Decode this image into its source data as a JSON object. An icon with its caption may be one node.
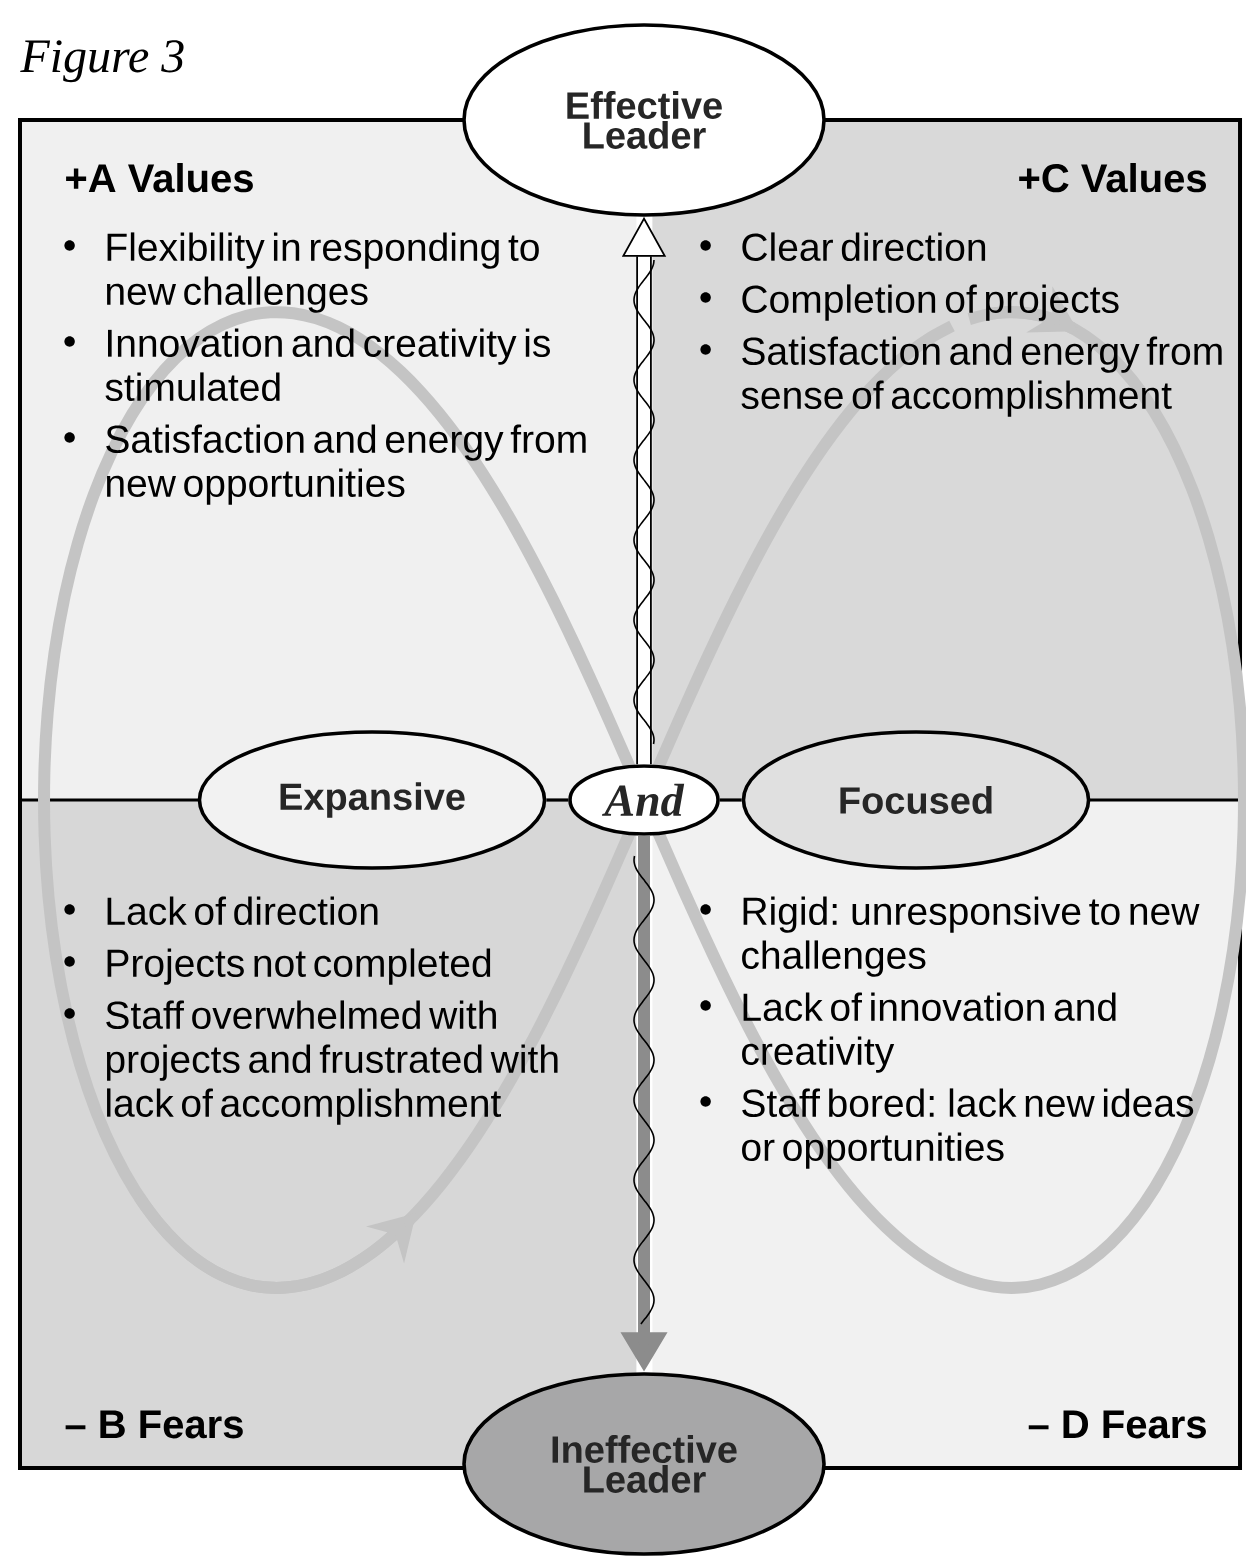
{
  "diagram": {
    "title": "Figure 3",
    "nodes": [
      {
        "text": [
          "Effective Leader"
        ]
      },
      {
        "text": [
          "Expansive"
        ]
      },
      {
        "text": [
          "And"
        ]
      },
      {
        "text": [
          "Focused"
        ]
      },
      {
        "text": [
          "Ineffective Leader"
        ]
      },
      {
        "text": [
          "+A Values",
          "Flexibility in responding to new challenges",
          "Innovation and creativity is stimulated",
          "Satisfaction and energy from new opportunities"
        ]
      },
      {
        "text": [
          "+C Values",
          "Clear direction",
          "Completion of projects",
          "Satisfaction and energy from sense of accomplishment"
        ]
      },
      {
        "text": [
          "Lack of direction",
          "Projects not completed",
          "Staff overwhelmed with projects and frustrated with lack of accomplishment",
          "– B Fears"
        ]
      },
      {
        "text": [
          "Rigid: unresponsive to new challenges",
          "Lack of innovation and creativity",
          "Staff bored: lack new ideas or opportunities",
          "– D Fears"
        ]
      }
    ],
    "edges": [
      {
        "from": 2,
        "to": 0,
        "arrow": "to",
        "style": "thick"
      },
      {
        "from": 2,
        "to": 4,
        "arrow": "to",
        "style": "thick",
        "color": "#8c8c8c"
      },
      {
        "from": 1,
        "to": 2,
        "arrow": "none"
      },
      {
        "from": 2,
        "to": 3,
        "arrow": "none"
      }
    ]
  }
}
